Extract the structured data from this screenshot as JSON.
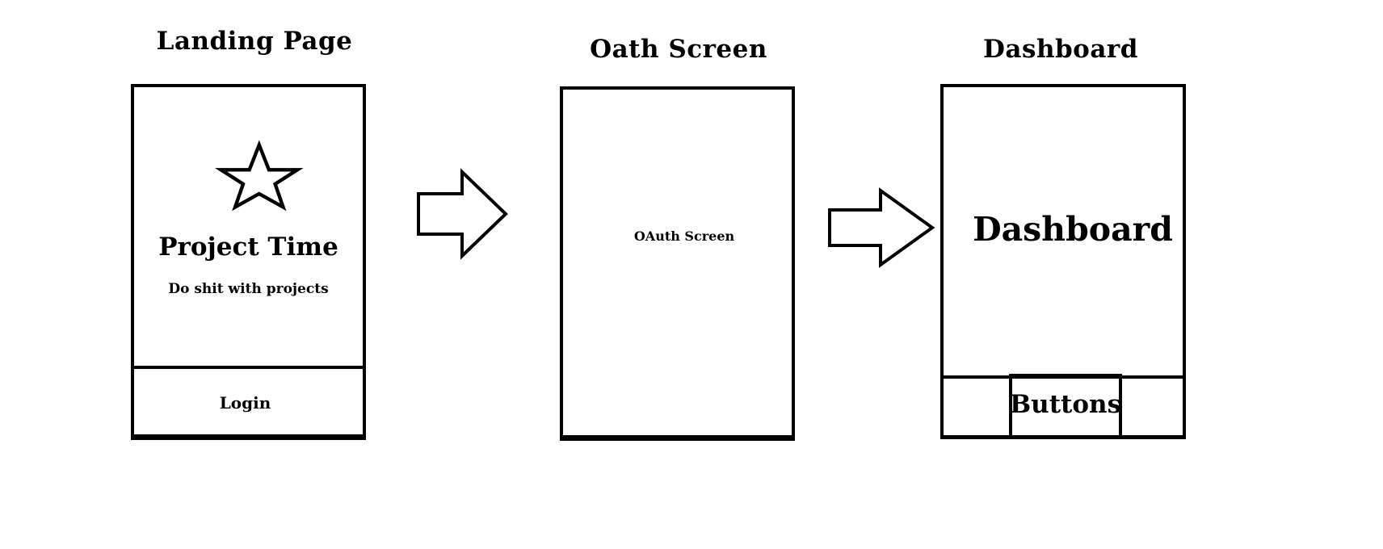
{
  "screens": {
    "landing": {
      "title": "Landing Page",
      "app_name": "Project Time",
      "tagline": "Do shit with projects",
      "login_label": "Login",
      "logo_icon": "star-icon"
    },
    "oauth": {
      "title": "Oath Screen",
      "content_label": "OAuth Screen"
    },
    "dashboard": {
      "title": "Dashboard",
      "content_label": "Dashboard",
      "buttons_label": "Buttons"
    }
  },
  "arrows": [
    "right-arrow-icon",
    "right-arrow-icon"
  ]
}
